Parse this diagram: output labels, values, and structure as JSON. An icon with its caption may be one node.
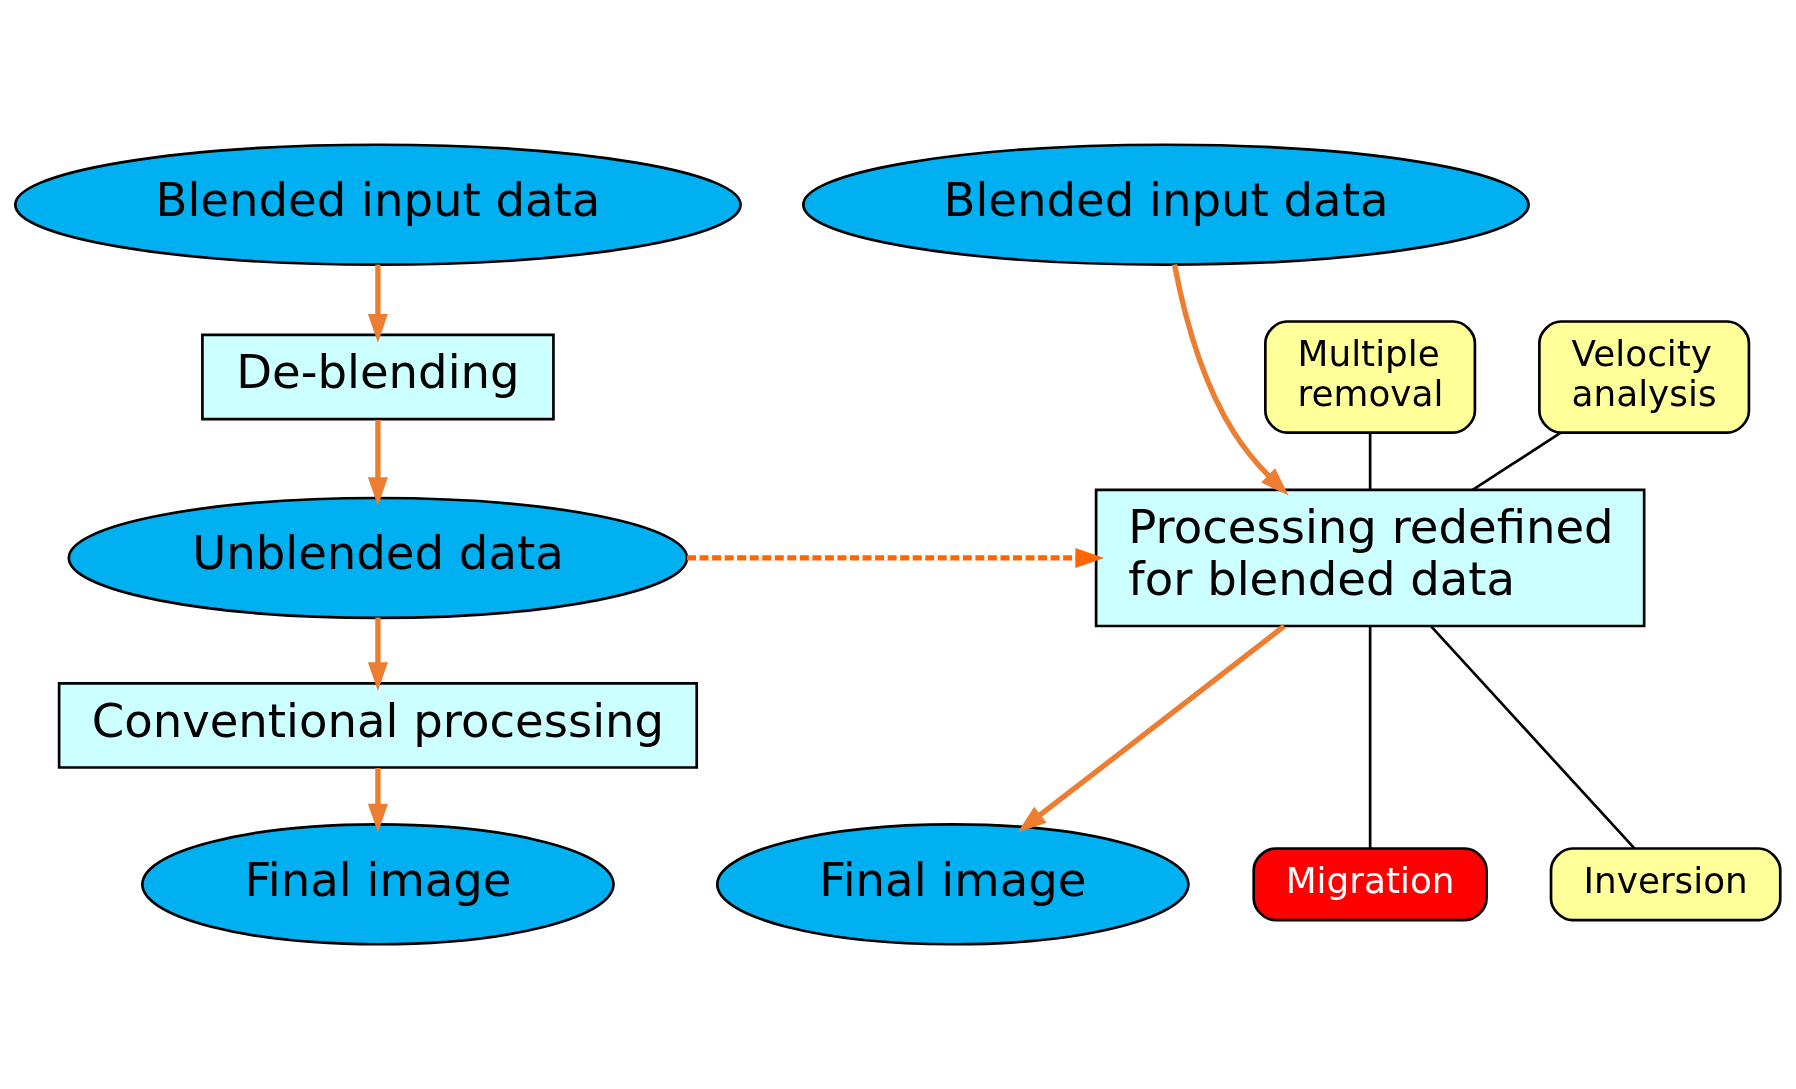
{
  "diagram": {
    "nodes": [
      {
        "text": [
          "Blended input data"
        ]
      },
      {
        "text": [
          "De-blending"
        ]
      },
      {
        "text": [
          "Unblended data"
        ]
      },
      {
        "text": [
          "Conventional processing"
        ]
      },
      {
        "text": [
          "Final image"
        ]
      },
      {
        "text": [
          "Blended input data"
        ]
      },
      {
        "text": [
          "Multiple removal"
        ]
      },
      {
        "text": [
          "Velocity analysis"
        ]
      },
      {
        "text": [
          "Processing redefined for blended data"
        ]
      },
      {
        "text": [
          "Migration"
        ]
      },
      {
        "text": [
          "Inversion"
        ]
      },
      {
        "text": [
          "Final image"
        ]
      }
    ],
    "edges": [
      {
        "from": 0,
        "to": 1,
        "arrow": "to"
      },
      {
        "from": 1,
        "to": 2,
        "arrow": "to"
      },
      {
        "from": 2,
        "to": 3,
        "arrow": "to"
      },
      {
        "from": 3,
        "to": 4,
        "arrow": "to"
      },
      {
        "from": 2,
        "to": 8,
        "arrow": "to",
        "style": "dashed",
        "color": "#ff6600"
      },
      {
        "from": 5,
        "to": 8,
        "arrow": "to"
      },
      {
        "from": 8,
        "to": 11,
        "arrow": "to"
      },
      {
        "from": 6,
        "to": 8,
        "arrow": "none",
        "color": "#000000"
      },
      {
        "from": 7,
        "to": 8,
        "arrow": "none",
        "color": "#000000"
      },
      {
        "from": 9,
        "to": 8,
        "arrow": "none",
        "color": "#000000"
      },
      {
        "from": 10,
        "to": 8,
        "arrow": "none",
        "color": "#000000"
      }
    ]
  }
}
